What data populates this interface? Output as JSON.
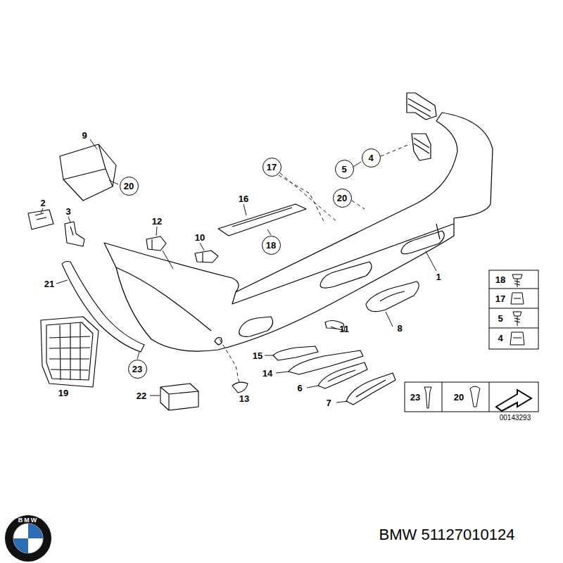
{
  "diagram": {
    "nodes": [
      {
        "text": [
          "20"
        ]
      },
      {
        "text": [
          "17"
        ]
      },
      {
        "text": [
          "4"
        ]
      },
      {
        "text": [
          "5"
        ]
      },
      {
        "text": [
          "20"
        ]
      },
      {
        "text": [
          "18"
        ]
      },
      {
        "text": [
          "23"
        ]
      }
    ],
    "labels": [
      "9",
      "2",
      "3",
      "12",
      "10",
      "16",
      "1",
      "21",
      "11",
      "8",
      "15",
      "14",
      "6",
      "7",
      "19",
      "22",
      "13",
      "18",
      "17",
      "5",
      "4",
      "23",
      "20",
      "00143293",
      "BMW",
      "BMW 51127010124"
    ]
  }
}
